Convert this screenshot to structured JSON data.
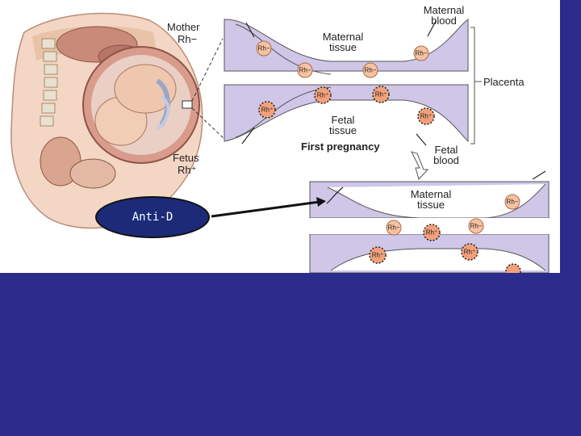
{
  "labels": {
    "mother": "Mother",
    "mother_rh": "Rh−",
    "fetus": "Fetus",
    "fetus_rh": "Rh⁺",
    "maternal_blood": "Maternal\nblood",
    "maternal_tissue": "Maternal\ntissue",
    "fetal_tissue": "Fetal\ntissue",
    "placenta": "Placenta",
    "first_pregnancy": "First pregnancy",
    "fetal_blood": "Fetal\nblood",
    "maternal_tissue_2": "Maternal\ntissue"
  },
  "callout": {
    "anti_d": "Anti-D"
  },
  "cells": {
    "rh_neg": "Rh−",
    "rh_pos": "Rh⁺"
  },
  "colors": {
    "tissue": "#cfc6e8",
    "background_band": "#2b2b8b",
    "callout": "#1c2a78",
    "cell_neg": "#f6c2a0",
    "cell_pos": "#f2a07a"
  }
}
